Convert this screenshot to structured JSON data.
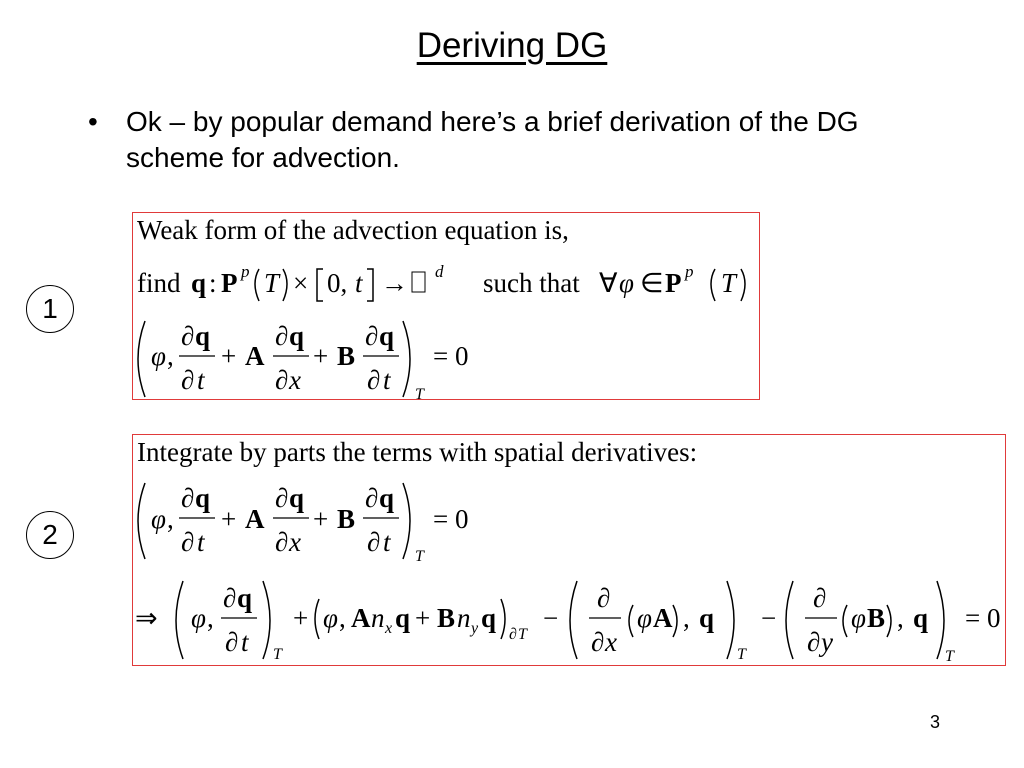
{
  "slide": {
    "title": "Deriving DG",
    "bullet": "Ok – by popular demand here’s a brief derivation of the DG scheme for advection.",
    "page_number": "3"
  },
  "steps": [
    {
      "label": "1"
    },
    {
      "label": "2"
    }
  ],
  "box1": {
    "line1": "Weak form of the advection equation is,",
    "find": "find",
    "such_that": "such that",
    "equals_zero": "= 0"
  },
  "box2": {
    "line1": "Integrate by parts the terms with spatial derivatives:",
    "equals_zero": "= 0"
  }
}
